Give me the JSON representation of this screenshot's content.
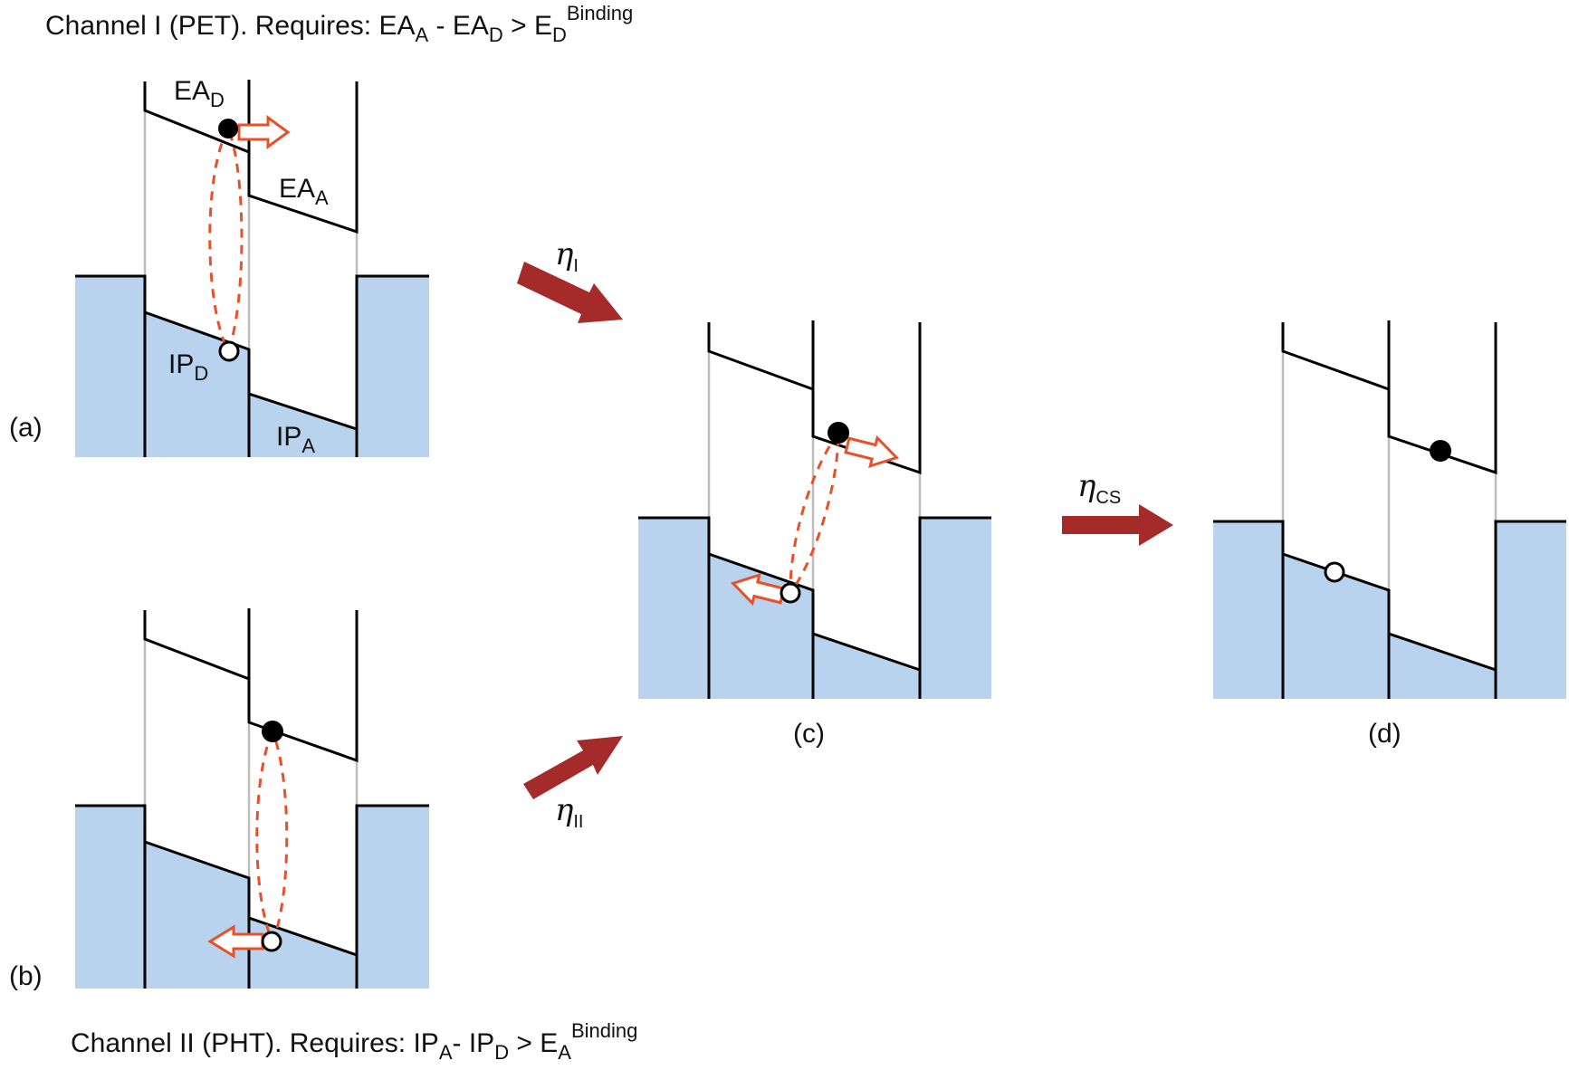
{
  "channel_i": {
    "prefix": "Channel I (PET). Requires:  EA",
    "sub1": "A",
    "mid": " - EA",
    "sub2": "D",
    "gt": " > E",
    "sub3": "D",
    "sup": "Binding"
  },
  "channel_ii": {
    "prefix": "Channel II (PHT). Requires: IP",
    "sub1": "A",
    "mid": "- IP",
    "sub2": "D",
    "gt": " >  E",
    "sub3": "A",
    "sup": "Binding"
  },
  "level_labels": {
    "ea_d": {
      "base": "EA",
      "sub": "D"
    },
    "ea_a": {
      "base": "EA",
      "sub": "A"
    },
    "ip_d": {
      "base": "IP",
      "sub": "D"
    },
    "ip_a": {
      "base": "IP",
      "sub": "A"
    }
  },
  "panel_labels": {
    "a": "(a)",
    "b": "(b)",
    "c": "(c)",
    "d": "(d)"
  },
  "efficiencies": {
    "eta_i": {
      "symbol": "η",
      "sub": "I"
    },
    "eta_ii": {
      "symbol": "η",
      "sub": "II"
    },
    "eta_cs": {
      "symbol": "η",
      "sub": "CS"
    }
  },
  "colors": {
    "band_fill": "#b9d3ee",
    "exciton": "#e8502a",
    "process_arrow": "#a52a2a"
  }
}
